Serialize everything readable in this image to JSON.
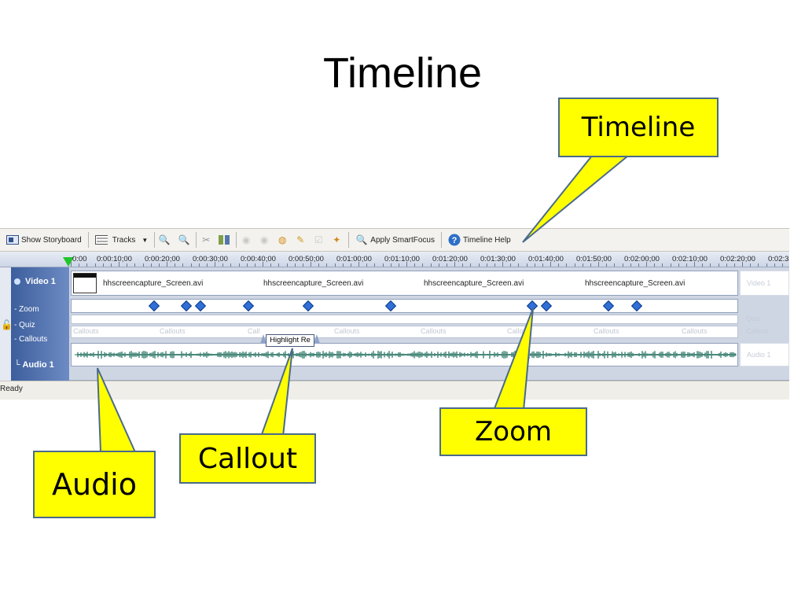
{
  "slide_title": "Timeline",
  "toolbar": {
    "show_storyboard": "Show Storyboard",
    "tracks": "Tracks",
    "apply_smartfocus": "Apply SmartFocus",
    "timeline_help": "Timeline Help"
  },
  "ruler": [
    "0:00",
    "0:00:10;00",
    "0:00:20;00",
    "0:00:30;00",
    "0:00:40;00",
    "0:00:50;00",
    "0:01:00;00",
    "0:01:10;00",
    "0:01:20;00",
    "0:01:30;00",
    "0:01:40;00",
    "0:01:50;00",
    "0:02:00;00",
    "0:02:10;00",
    "0:02:20;00",
    "0:02:3"
  ],
  "tracks": {
    "video": "Video 1",
    "zoom": "Zoom",
    "quiz": "Quiz",
    "callouts": "Callouts",
    "audio": "Audio 1"
  },
  "video_clips": [
    "hhscreencapture_Screen.avi",
    "hhscreencapture_Screen.avi",
    "hhscreencapture_Screen.avi",
    "hhscreencapture_Screen.avi"
  ],
  "row_end_labels": {
    "video": "Video 1",
    "quiz": "Quiz",
    "callouts": "Callout",
    "audio": "Audio 1"
  },
  "callout_placeholders": [
    "Callouts",
    "Callouts",
    "Call",
    "Callouts",
    "Callouts",
    "Callout",
    "Callouts",
    "Callouts"
  ],
  "highlight_callout": "Highlight Re",
  "status": "Ready",
  "annotations": {
    "timeline": "Timeline",
    "zoom": "Zoom",
    "callout": "Callout",
    "audio": "Audio"
  },
  "colors": {
    "annotation_fill": "#ffff00",
    "annotation_border": "#4a6a8c",
    "zoom_marker": "#2f6fd6",
    "playhead": "#21c52a",
    "audio_wave": "#1a6b5a"
  }
}
